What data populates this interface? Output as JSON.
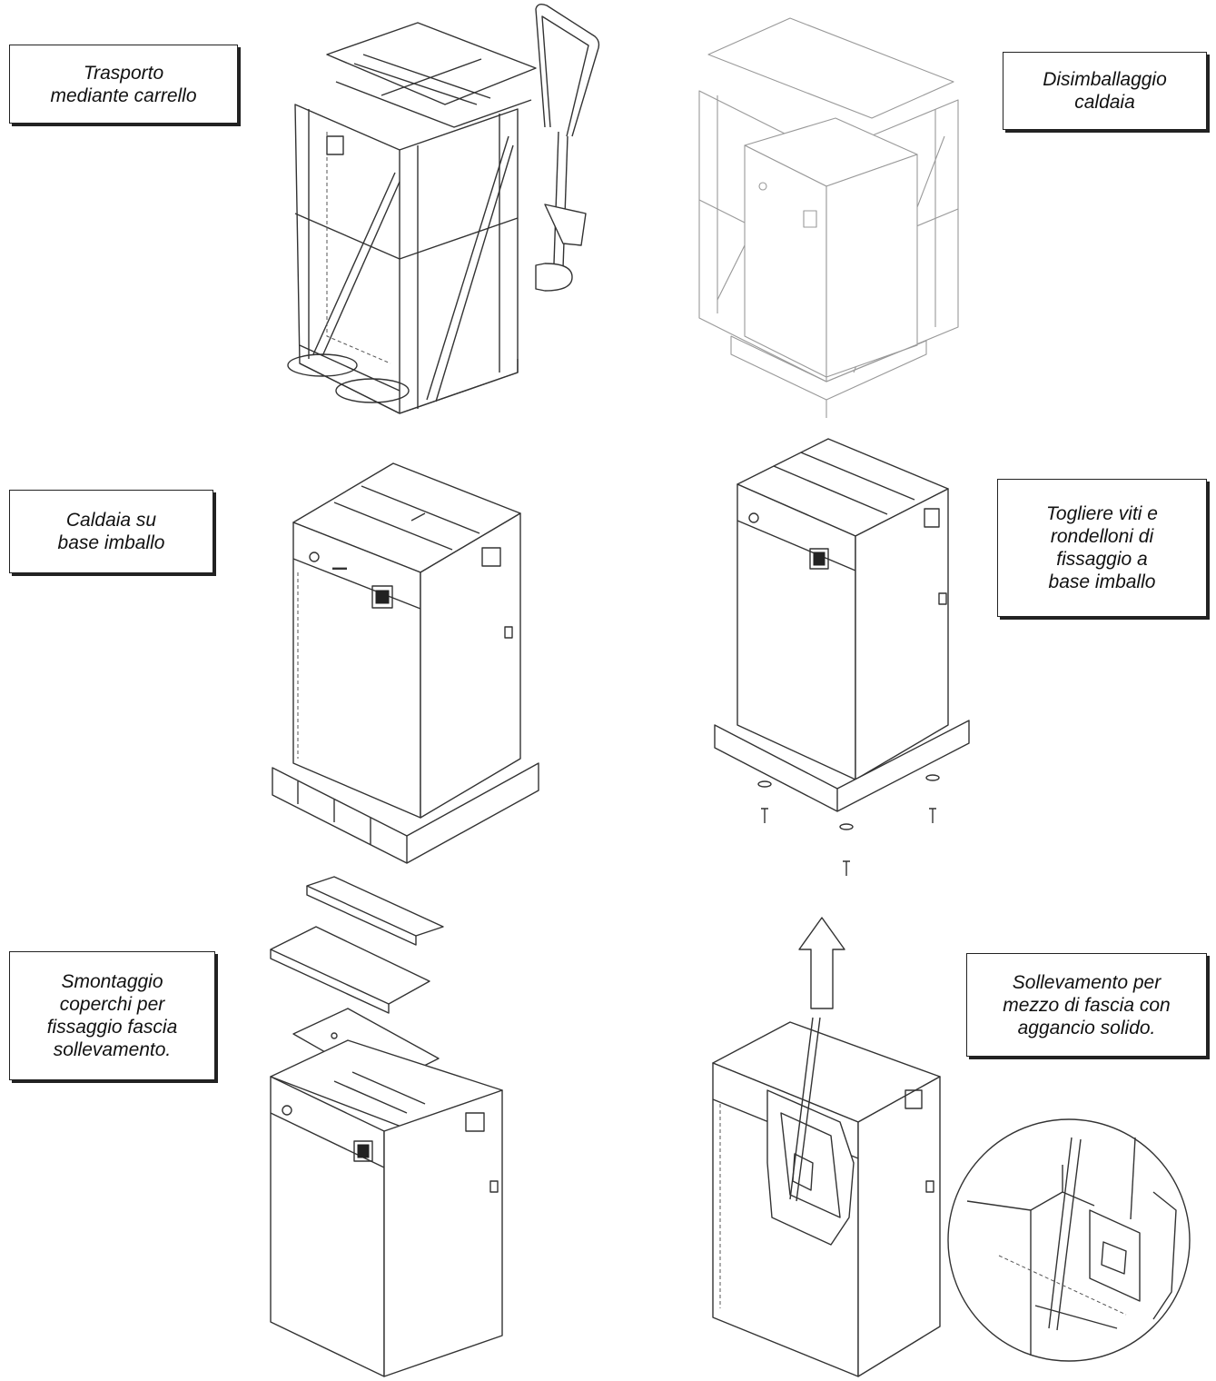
{
  "steps": [
    {
      "id": "transport",
      "lines": [
        "Trasporto",
        "mediante carrello"
      ]
    },
    {
      "id": "unpack",
      "lines": [
        "Disimballaggio",
        "caldaia"
      ]
    },
    {
      "id": "on-pallet",
      "lines": [
        "Caldaia su",
        "base imballo"
      ]
    },
    {
      "id": "remove-screws",
      "lines": [
        "Togliere viti e",
        "rondelloni di",
        "fissaggio a",
        "base imballo"
      ]
    },
    {
      "id": "remove-covers",
      "lines": [
        "Smontaggio",
        "coperchi per",
        "fissaggio fascia",
        "sollevamento."
      ]
    },
    {
      "id": "lift",
      "lines": [
        "Sollevamento per",
        "mezzo di fascia con",
        "aggancio solido."
      ]
    }
  ],
  "colors": {
    "line": "#333333",
    "faded_line": "#999999",
    "background": "#ffffff"
  }
}
